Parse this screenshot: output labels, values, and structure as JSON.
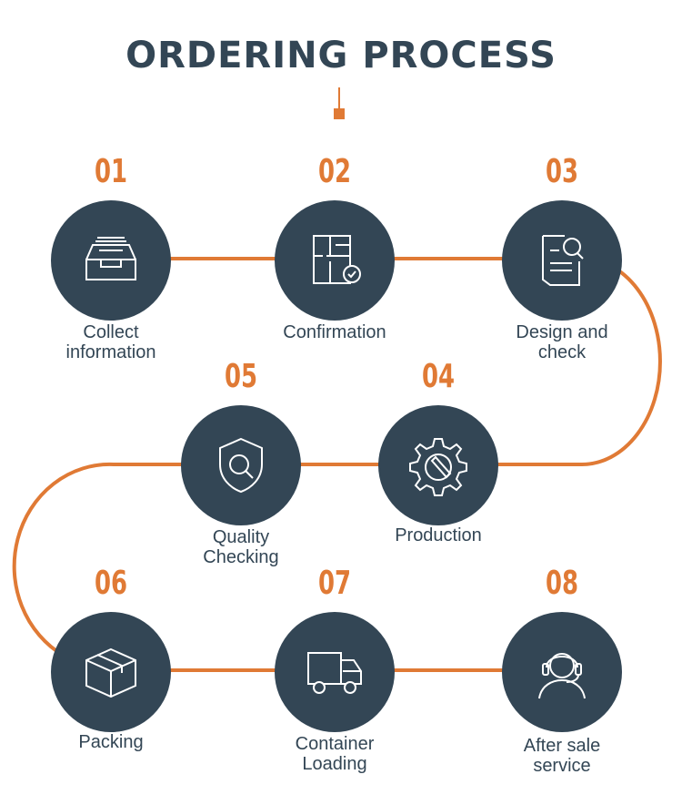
{
  "title": "ORDERING PROCESS",
  "colors": {
    "dark": "#334655",
    "accent": "#e07a35"
  },
  "steps": [
    {
      "number": "01",
      "label_lines": [
        "Collect",
        "information"
      ],
      "icon": "inbox-tray-icon"
    },
    {
      "number": "02",
      "label_lines": [
        "Confirmation"
      ],
      "icon": "floor-plan-check-icon"
    },
    {
      "number": "03",
      "label_lines": [
        "Design and",
        "check"
      ],
      "icon": "document-search-icon"
    },
    {
      "number": "04",
      "label_lines": [
        "Production"
      ],
      "icon": "gear-wrench-icon"
    },
    {
      "number": "05",
      "label_lines": [
        "Quality",
        "Checking"
      ],
      "icon": "shield-search-icon"
    },
    {
      "number": "06",
      "label_lines": [
        "Packing"
      ],
      "icon": "box-icon"
    },
    {
      "number": "07",
      "label_lines": [
        "Container",
        "Loading"
      ],
      "icon": "truck-icon"
    },
    {
      "number": "08",
      "label_lines": [
        "After sale",
        "service"
      ],
      "icon": "headset-agent-icon"
    }
  ]
}
